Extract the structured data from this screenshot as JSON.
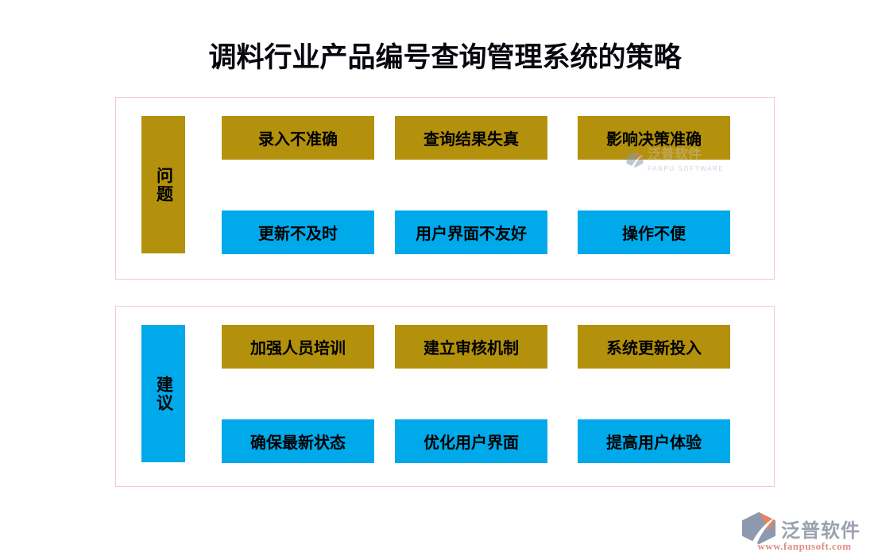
{
  "title": "调料行业产品编号查询管理系统的策略",
  "colors": {
    "ink": "#06060e",
    "gold": "#b3910c",
    "blue": "#00a9e9",
    "panel_border": "#f3c6d2",
    "logo_gray": "#9aa1af",
    "logo_salmon": "#de8d7f",
    "wm_name": "#c9b98d",
    "wm_sub": "#9fb6d4"
  },
  "panels": [
    {
      "label": "问题",
      "row1": [
        "录入不准确",
        "查询结果失真",
        "影响决策准确"
      ],
      "row2": [
        "更新不及时",
        "用户界面不友好",
        "操作不便"
      ]
    },
    {
      "label": "建议",
      "row1": [
        "加强人员培训",
        "建立审核机制",
        "系统更新投入"
      ],
      "row2": [
        "确保最新状态",
        "优化用户界面",
        "提高用户体验"
      ]
    }
  ],
  "watermark": {
    "name": "泛普软件",
    "subtitle": "FANPU SOFTWARE",
    "icon": "fanpu-swoosh-icon"
  },
  "logo": {
    "name": "泛普软件",
    "url": "www.fanpusoft.com",
    "icon": "fanpu-swoosh-icon"
  }
}
